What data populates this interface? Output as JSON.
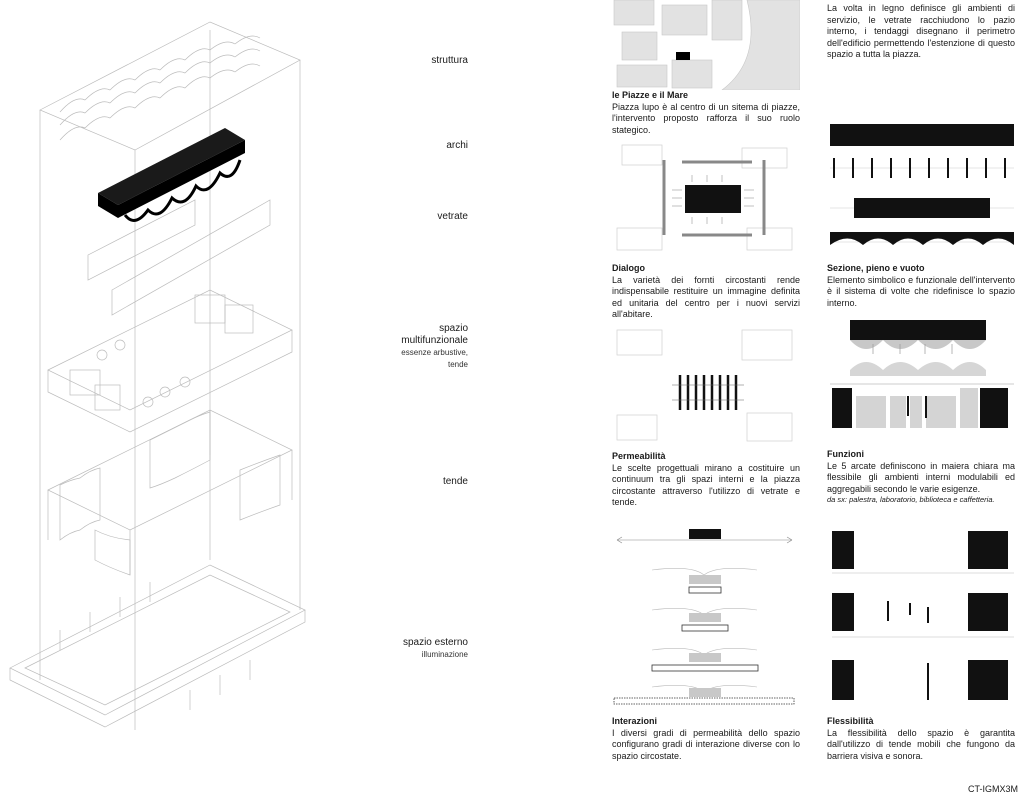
{
  "axon_labels": {
    "struttura": "struttura",
    "archi": "archi",
    "vetrate": "vetrate",
    "spazio_line1": "spazio",
    "spazio_line2": "multifunzionale",
    "spazio_sub1": "essenze arbustive,",
    "spazio_sub2": "tende",
    "tende": "tende",
    "esterno": "spazio esterno",
    "esterno_sub": "illuminazione"
  },
  "blocks": {
    "intro": "La volta in legno definisce  gli ambienti di servizio, le vetrate racchiudono lo pazio interno, i tendaggi disegnano il perimetro dell'edificio permettendo  l'estenzione di questo spazio a tutta la piazza.",
    "piazze_title": "le Piazze e il Mare",
    "piazze_text": "Piazza lupo è al centro di un sitema di piazze, l'intervento proposto rafforza il suo  ruolo stategico.",
    "dialogo_title": "Dialogo",
    "dialogo_text": "La varietà dei fornti circostanti rende indispensabile restituire un immagine definita ed unitaria del centro per i nuovi servizi all'abitare.",
    "sezione_title": "Sezione, pieno e vuoto",
    "sezione_text": "Elemento simbolico e funzionale dell'intervento è il sistema di volte che ridefinisce lo spazio interno.",
    "permeabilita_title": "Permeabilità",
    "permeabilita_text": "Le scelte progettuali mirano a costituire un continuum tra gli spazi interni e la piazza circostante attraverso l'utilizzo di vetrate e tende.",
    "funzioni_title": "Funzioni",
    "funzioni_text": "Le 5 arcate definiscono in maiera chiara ma flessibile gli ambienti interni modulabili ed aggregabili secondo le  varie esigenze.",
    "funzioni_note": "da sx: palestra, laboratorio, biblioteca e caffetteria.",
    "interazioni_title": "Interazioni",
    "interazioni_text": "I diversi gradi di permeabilità dello spazio configurano gradi di interazione diverse con lo spazio circostate.",
    "flessibilita_title": "Flessibilità",
    "flessibilita_text": "La flessibilità dello spazio è garantita dall'utilizzo di tende mobili che fungono da barriera visiva e sonora."
  },
  "footer_code": "CT-IGMX3M"
}
